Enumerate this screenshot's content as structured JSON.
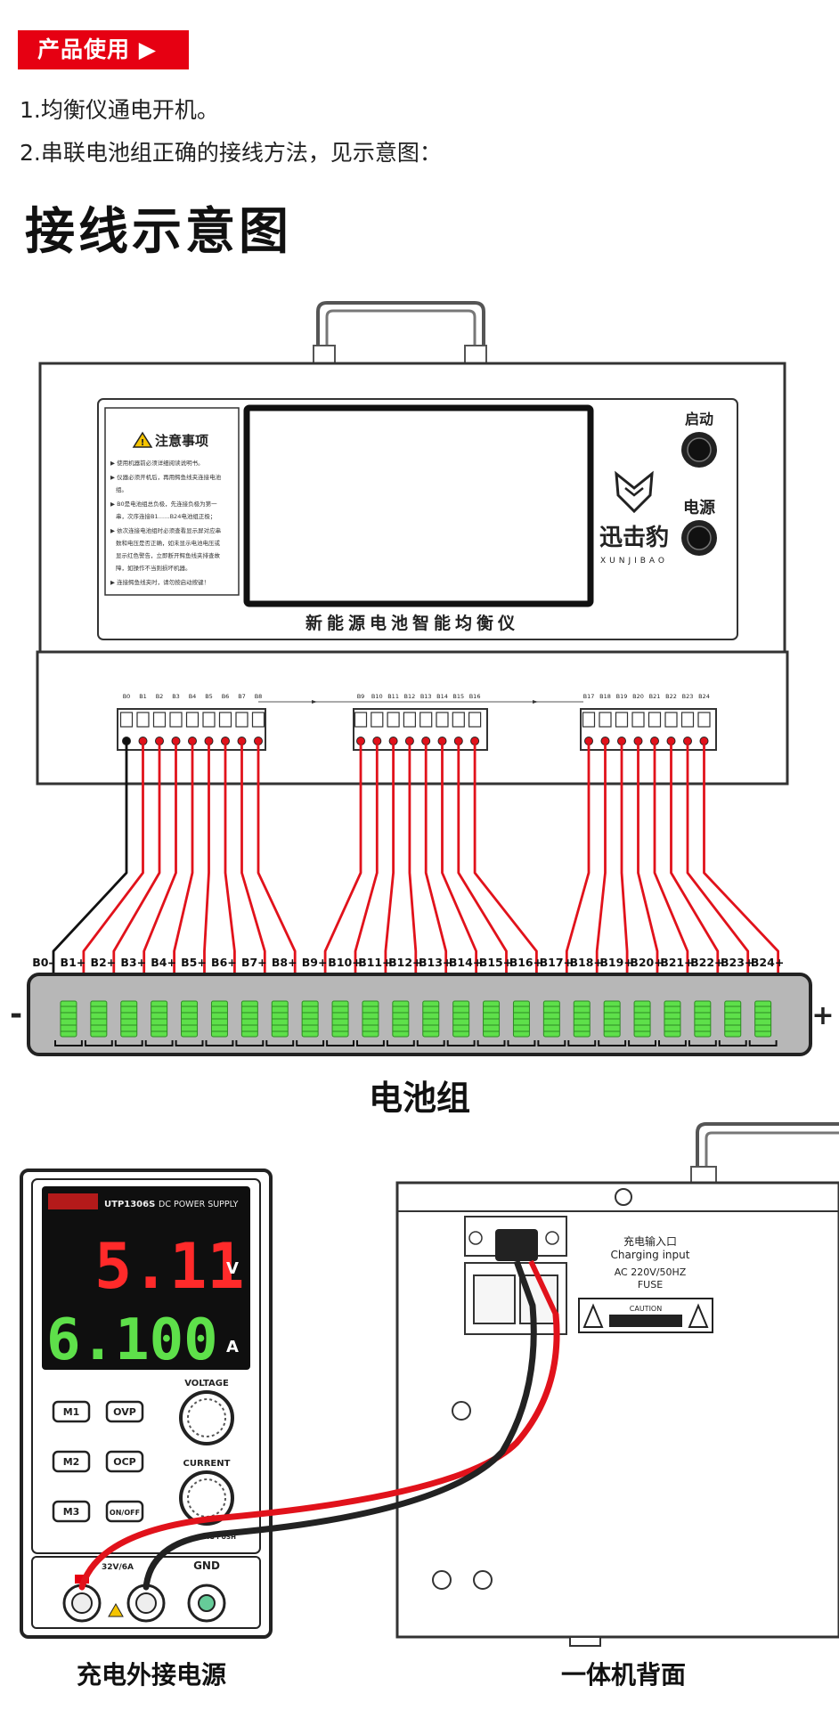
{
  "section_badge": "产品使用 ▶",
  "steps": [
    "1.均衡仪通电开机。",
    "2.串联电池组正确的接线方法，见示意图："
  ],
  "heading": "接线示意图",
  "device": {
    "notice_title": "注意事项",
    "notice_lines": [
      "▶ 使用机器前必须详细阅读说明书。",
      "▶ 仪器必须开机后，再用鳄鱼线夹连接电池",
      "组。",
      "▶ B0是电池组总负极，先连接负极为第一",
      "串，次序连接B1……B24电池组正极；",
      "▶ 依次连接电池组时必须查看显示屏对应串",
      "数和电压是否正确，如未显示电池电压或",
      "显示红色警告，立即断开鳄鱼线夹排查故",
      "障，如操作不当则损坏机器。",
      "▶ 连接鳄鱼线夹时，请勿按启动按键！"
    ],
    "panel_label": "新能源电池智能均衡仪",
    "start_label": "启动",
    "power_label": "电源",
    "brand": "迅击豹",
    "brand_sub": "XUNJIBAO",
    "connector_labels": [
      "B0",
      "B1",
      "B2",
      "B3",
      "B4",
      "B5",
      "B6",
      "B7",
      "B8",
      "B9",
      "B10",
      "B11",
      "B12",
      "B13",
      "B14",
      "B15",
      "B16",
      "B17",
      "B18",
      "B19",
      "B20",
      "B21",
      "B22",
      "B23",
      "B24"
    ]
  },
  "battery": {
    "terminal_labels": [
      "B0-",
      "B1+",
      "B2+",
      "B3+",
      "B4+",
      "B5+",
      "B6+",
      "B7+",
      "B8+",
      "B9+",
      "B10+",
      "B11+",
      "B12+",
      "B13+",
      "B14+",
      "B15+",
      "B16+",
      "B17+",
      "B18+",
      "B19+",
      "B20+",
      "B21+",
      "B22+",
      "B23+",
      "B24+"
    ],
    "minus": "-",
    "plus": "+",
    "caption": "电池组"
  },
  "psu": {
    "model": "UTP1306S",
    "type": "DC POWER SUPPLY",
    "voltage_reading": "5.11",
    "voltage_unit": "V",
    "current_reading": "6.100",
    "current_unit": "A",
    "buttons": [
      "M1",
      "OVP",
      "M2",
      "OCP",
      "M3",
      "ON/OFF"
    ],
    "voltage_knob": "VOLTAGE",
    "current_knob": "CURRENT",
    "long_push": "LONG PUSH",
    "rating": "32V/6A",
    "gnd": "GND",
    "caption": "充电外接电源"
  },
  "rear": {
    "charge_cn": "充电输入口",
    "charge_en": "Charging input",
    "ac": "AC 220V/50HZ",
    "fuse": "FUSE",
    "caution": "CAUTION",
    "caption": "一体机背面"
  },
  "colors": {
    "red": "#e60012",
    "wire_red": "#e1121b",
    "green_led": "#5ee04a",
    "red_led": "#ff2a2a"
  }
}
